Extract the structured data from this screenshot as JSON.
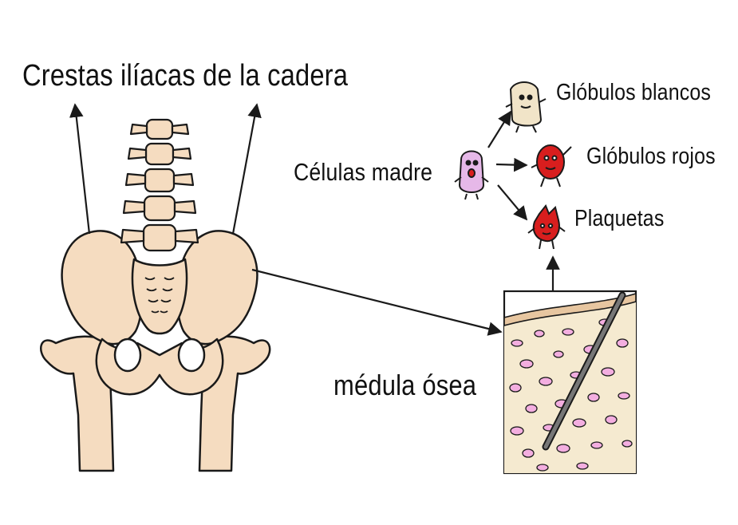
{
  "labels": {
    "iliac_crests": "Crestas ilíacas de la cadera",
    "stem_cells": "Células madre",
    "white_cells": "Glóbulos blancos",
    "red_cells": "Glóbulos rojos",
    "platelets": "Plaquetas",
    "bone_marrow": "médula ósea"
  },
  "colors": {
    "bone": "#f5dcc0",
    "outline": "#1a1a1a",
    "red_cell": "#d81e1e",
    "stem_cell": "#e6b8e8",
    "white_cell": "#f1e4c8",
    "marrow_cavity": "#f3aee0",
    "cortex": "#e7c6a0"
  },
  "icons": [
    "pelvis-illustration",
    "spine-illustration",
    "femur-illustration",
    "stem-cell-character",
    "white-cell-character",
    "red-cell-character",
    "platelet-character",
    "bone-marrow-cross-section",
    "biopsy-needle"
  ]
}
